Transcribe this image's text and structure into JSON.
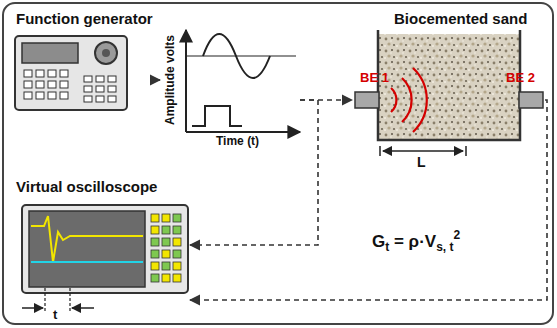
{
  "diagram": {
    "nodes": [
      {
        "text": [
          "Function generator"
        ]
      },
      {
        "text": [
          "Amplitude volts",
          "Time (t)"
        ]
      },
      {
        "text": [
          "Biocemented sand"
        ]
      },
      {
        "text": [
          "Virtual oscilloscope"
        ]
      }
    ],
    "edges": [
      {
        "from": 0,
        "to": 1,
        "arrow": "to"
      },
      {
        "from": 1,
        "to": 2,
        "arrow": "to"
      },
      {
        "from": 1,
        "to": 3,
        "arrow": "to"
      },
      {
        "from": 2,
        "to": 3,
        "arrow": "to"
      }
    ],
    "labels": [
      "BE 1",
      "BE 2",
      "L",
      "t",
      "G",
      "t",
      " = ρ·V",
      "s, t",
      "2"
    ]
  }
}
